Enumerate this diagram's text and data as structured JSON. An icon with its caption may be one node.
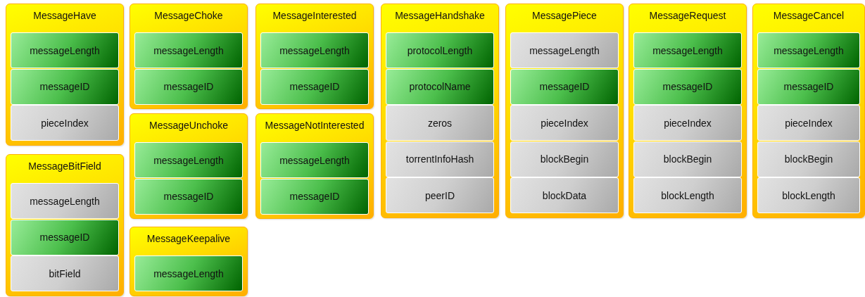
{
  "diagram": {
    "nodes": [
      {
        "text": [
          "MessageHave"
        ]
      },
      {
        "text": [
          "messageLength"
        ],
        "in": 0
      },
      {
        "text": [
          "messageID"
        ],
        "in": 0
      },
      {
        "text": [
          "pieceIndex"
        ],
        "in": 0
      },
      {
        "text": [
          "MessageBitField"
        ]
      },
      {
        "text": [
          "messageLength"
        ],
        "in": 4
      },
      {
        "text": [
          "messageID"
        ],
        "in": 4
      },
      {
        "text": [
          "bitField"
        ],
        "in": 4
      },
      {
        "text": [
          "MessageChoke"
        ]
      },
      {
        "text": [
          "messageLength"
        ],
        "in": 8
      },
      {
        "text": [
          "messageID"
        ],
        "in": 8
      },
      {
        "text": [
          "MessageUnchoke"
        ]
      },
      {
        "text": [
          "messageLength"
        ],
        "in": 11
      },
      {
        "text": [
          "messageID"
        ],
        "in": 11
      },
      {
        "text": [
          "MessageKeepalive"
        ]
      },
      {
        "text": [
          "messageLength"
        ],
        "in": 14
      },
      {
        "text": [
          "MessageInterested"
        ]
      },
      {
        "text": [
          "messageLength"
        ],
        "in": 16
      },
      {
        "text": [
          "messageID"
        ],
        "in": 16
      },
      {
        "text": [
          "MessageNotInterested"
        ]
      },
      {
        "text": [
          "messageLength"
        ],
        "in": 19
      },
      {
        "text": [
          "messageID"
        ],
        "in": 19
      },
      {
        "text": [
          "MessageHandshake"
        ]
      },
      {
        "text": [
          "protocolLength"
        ],
        "in": 22
      },
      {
        "text": [
          "protocolName"
        ],
        "in": 22
      },
      {
        "text": [
          "zeros"
        ],
        "in": 22
      },
      {
        "text": [
          "torrentInfoHash"
        ],
        "in": 22
      },
      {
        "text": [
          "peerID"
        ],
        "in": 22
      },
      {
        "text": [
          "MessagePiece"
        ]
      },
      {
        "text": [
          "messageLength"
        ],
        "in": 28
      },
      {
        "text": [
          "messageID"
        ],
        "in": 28
      },
      {
        "text": [
          "pieceIndex"
        ],
        "in": 28
      },
      {
        "text": [
          "blockBegin"
        ],
        "in": 28
      },
      {
        "text": [
          "blockData"
        ],
        "in": 28
      },
      {
        "text": [
          "MessageRequest"
        ]
      },
      {
        "text": [
          "messageLength"
        ],
        "in": 34
      },
      {
        "text": [
          "messageID"
        ],
        "in": 34
      },
      {
        "text": [
          "pieceIndex"
        ],
        "in": 34
      },
      {
        "text": [
          "blockBegin"
        ],
        "in": 34
      },
      {
        "text": [
          "blockLength"
        ],
        "in": 34
      },
      {
        "text": [
          "MessageCancel"
        ]
      },
      {
        "text": [
          "messageLength"
        ],
        "in": 40
      },
      {
        "text": [
          "messageID"
        ],
        "in": 40
      },
      {
        "text": [
          "pieceIndex"
        ],
        "in": 40
      },
      {
        "text": [
          "blockBegin"
        ],
        "in": 40
      },
      {
        "text": [
          "blockLength"
        ],
        "in": 40
      }
    ]
  }
}
